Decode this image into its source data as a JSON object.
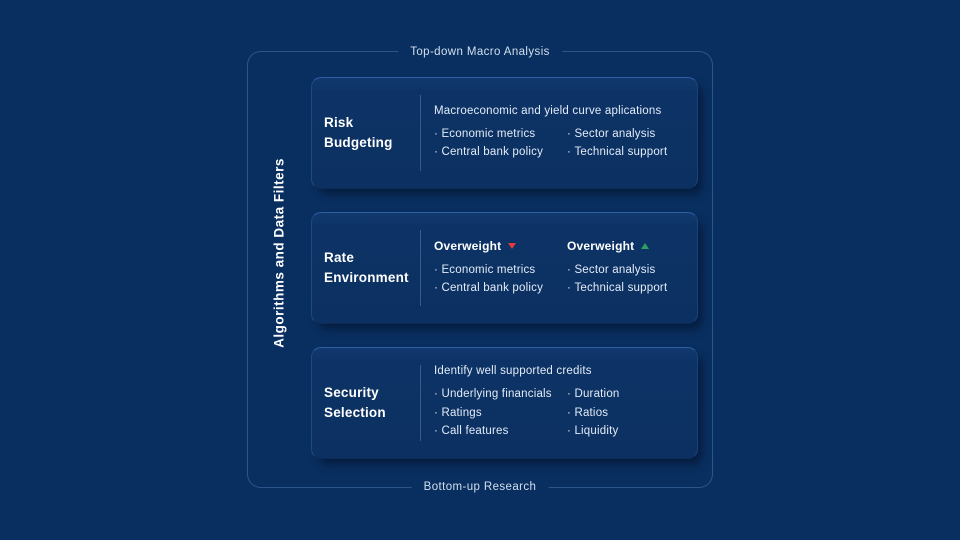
{
  "frame": {
    "top_label": "Top-down Macro Analysis",
    "bottom_label": "Bottom-up Research",
    "side_label": "Algorithms and Data Filters"
  },
  "colors": {
    "background": "#092f60",
    "card_background": "#0d3366",
    "card_border_highlight": "#2d60a3",
    "text_primary": "#ffffff",
    "text_secondary": "#e2ebf7",
    "arrow_red": "#e23b3b",
    "arrow_green": "#2f9e5f"
  },
  "cards": [
    {
      "title": "Risk Budgeting",
      "heading": "Macroeconomic and yield curve aplications",
      "columns": [
        {
          "items": [
            "Economic metrics",
            "Central bank policy"
          ]
        },
        {
          "items": [
            "Sector analysis",
            "Technical support"
          ]
        }
      ]
    },
    {
      "title": "Rate Environment",
      "columns": [
        {
          "heading": "Overweight",
          "direction": "down",
          "items": [
            "Economic metrics",
            "Central bank policy"
          ]
        },
        {
          "heading": "Overweight",
          "direction": "up",
          "items": [
            "Sector analysis",
            "Technical support"
          ]
        }
      ]
    },
    {
      "title": "Security Selection",
      "heading": "Identify well supported credits",
      "columns": [
        {
          "items": [
            "Underlying financials",
            "Ratings",
            "Call features"
          ]
        },
        {
          "items": [
            "Duration",
            "Ratios",
            "Liquidity"
          ]
        }
      ]
    }
  ]
}
